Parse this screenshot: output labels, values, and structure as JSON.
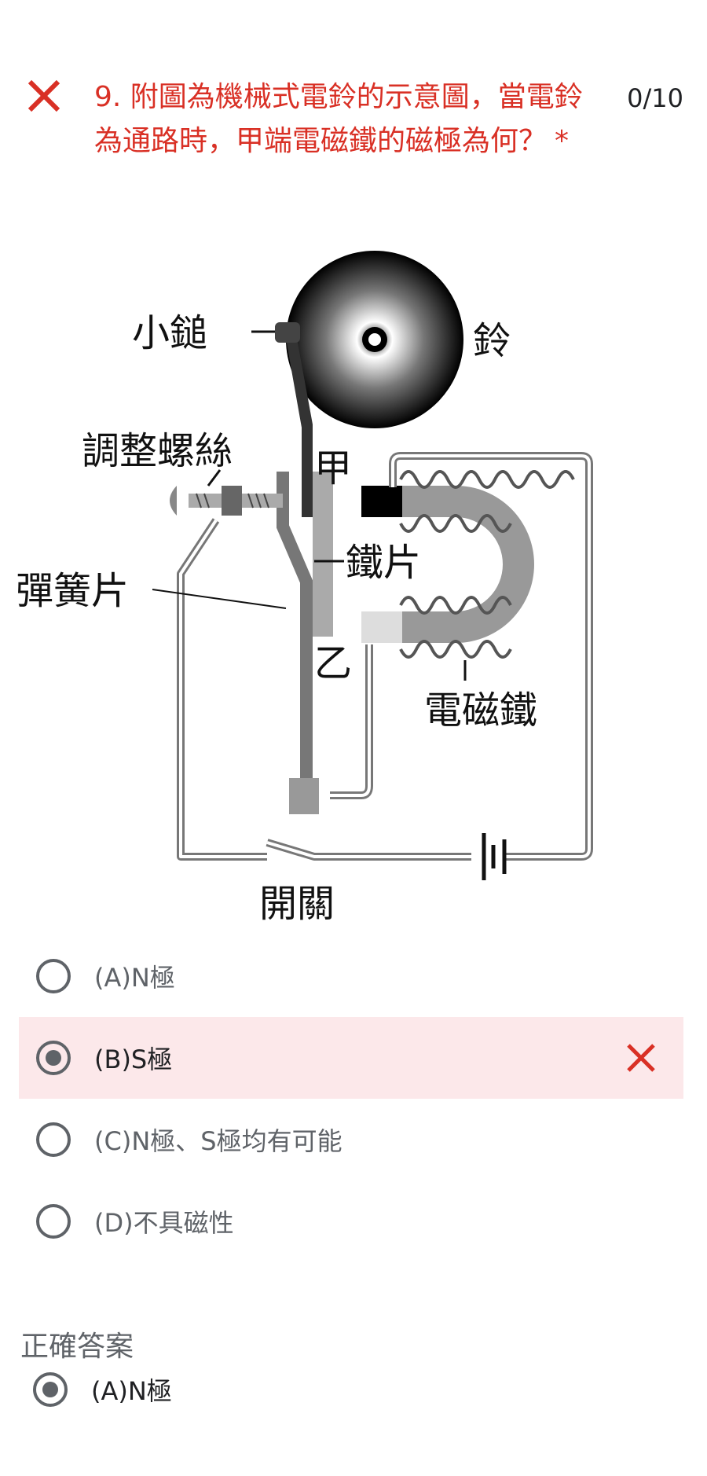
{
  "question": {
    "text": "9. 附圖為機械式電鈴的示意圖，當電鈴為通路時，甲端電磁鐵的磁極為何？",
    "required_mark": "*",
    "score": "0/10",
    "status_icon": "close-icon",
    "accent_color": "#d93025"
  },
  "figure": {
    "labels": {
      "hammer": "小鎚",
      "bell": "鈴",
      "screw": "調整螺絲",
      "jia": "甲",
      "iron": "鐵片",
      "spring": "彈簧片",
      "yi": "乙",
      "magnet": "電磁鐵",
      "switch": "開關"
    }
  },
  "options": [
    {
      "label": "(A)N極",
      "selected": false
    },
    {
      "label": "(B)S極",
      "selected": true,
      "wrong": true
    },
    {
      "label": "(C)N極、S極均有可能",
      "selected": false
    },
    {
      "label": "(D)不具磁性",
      "selected": false
    }
  ],
  "correct_answer": {
    "title": "正確答案",
    "label": "(A)N極"
  },
  "colors": {
    "wrong_bg": "#fce8ea",
    "wrong_icon": "#d93025",
    "radio": "#5f6368"
  }
}
